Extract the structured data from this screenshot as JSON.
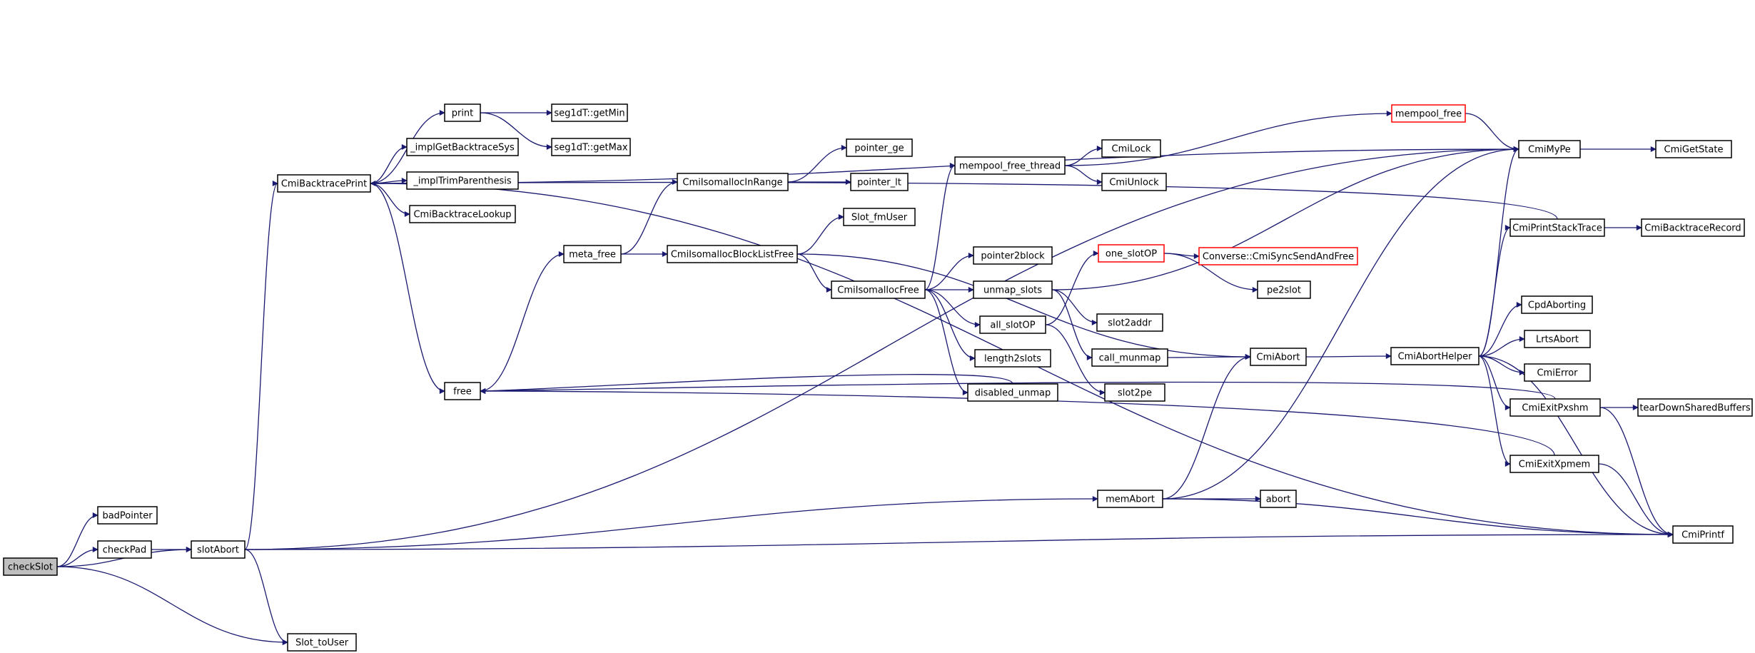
{
  "colors": {
    "edge": "#191970",
    "root_fill": "#bfbfbf",
    "highlight_border": "#ff0000",
    "node_border": "#000000"
  },
  "nodes": [
    {
      "id": "checkSlot",
      "label": "checkSlot",
      "style": "root"
    },
    {
      "id": "badPointer",
      "label": "badPointer"
    },
    {
      "id": "checkPad",
      "label": "checkPad"
    },
    {
      "id": "slotAbort",
      "label": "slotAbort"
    },
    {
      "id": "Slot_toUser",
      "label": "Slot_toUser"
    },
    {
      "id": "CmiBacktracePrint",
      "label": "CmiBacktracePrint"
    },
    {
      "id": "print",
      "label": "print"
    },
    {
      "id": "getMin",
      "label": "seg1dT::getMin"
    },
    {
      "id": "getMax",
      "label": "seg1dT::getMax"
    },
    {
      "id": "implGetBacktraceSys",
      "label": "_implGetBacktraceSys"
    },
    {
      "id": "implTrimParenthesis",
      "label": "_implTrimParenthesis"
    },
    {
      "id": "CmiBacktraceLookup",
      "label": "CmiBacktraceLookup"
    },
    {
      "id": "free",
      "label": "free"
    },
    {
      "id": "meta_free",
      "label": "meta_free"
    },
    {
      "id": "CmiIsomallocInRange",
      "label": "CmiIsomallocInRange"
    },
    {
      "id": "pointer_ge",
      "label": "pointer_ge"
    },
    {
      "id": "pointer_lt",
      "label": "pointer_lt"
    },
    {
      "id": "CmiIsomallocBlockListFree",
      "label": "CmiIsomallocBlockListFree"
    },
    {
      "id": "Slot_fmUser",
      "label": "Slot_fmUser"
    },
    {
      "id": "CmiIsomallocFree",
      "label": "CmiIsomallocFree"
    },
    {
      "id": "mempool_free_thread",
      "label": "mempool_free_thread"
    },
    {
      "id": "CmiLock",
      "label": "CmiLock"
    },
    {
      "id": "CmiUnlock",
      "label": "CmiUnlock"
    },
    {
      "id": "pointer2block",
      "label": "pointer2block"
    },
    {
      "id": "unmap_slots",
      "label": "unmap_slots"
    },
    {
      "id": "all_slotOP",
      "label": "all_slotOP"
    },
    {
      "id": "length2slots",
      "label": "length2slots"
    },
    {
      "id": "disabled_unmap",
      "label": "disabled_unmap"
    },
    {
      "id": "slot2addr",
      "label": "slot2addr"
    },
    {
      "id": "call_munmap",
      "label": "call_munmap"
    },
    {
      "id": "slot2pe",
      "label": "slot2pe"
    },
    {
      "id": "mempool_free",
      "label": "mempool_free",
      "style": "red"
    },
    {
      "id": "one_slotOP",
      "label": "one_slotOP",
      "style": "red"
    },
    {
      "id": "CmiSyncSendAndFree",
      "label": "Converse::CmiSyncSendAndFree",
      "style": "red"
    },
    {
      "id": "pe2slot",
      "label": "pe2slot"
    },
    {
      "id": "CmiAbort",
      "label": "CmiAbort"
    },
    {
      "id": "memAbort",
      "label": "memAbort"
    },
    {
      "id": "abort",
      "label": "abort"
    },
    {
      "id": "CmiMyPe",
      "label": "CmiMyPe"
    },
    {
      "id": "CmiGetState",
      "label": "CmiGetState"
    },
    {
      "id": "CmiPrintStackTrace",
      "label": "CmiPrintStackTrace"
    },
    {
      "id": "CmiBacktraceRecord",
      "label": "CmiBacktraceRecord"
    },
    {
      "id": "CmiAbortHelper",
      "label": "CmiAbortHelper"
    },
    {
      "id": "CpdAborting",
      "label": "CpdAborting"
    },
    {
      "id": "LrtsAbort",
      "label": "LrtsAbort"
    },
    {
      "id": "CmiError",
      "label": "CmiError"
    },
    {
      "id": "CmiExitPxshm",
      "label": "CmiExitPxshm"
    },
    {
      "id": "tearDownSharedBuffers",
      "label": "tearDownSharedBuffers"
    },
    {
      "id": "CmiExitXpmem",
      "label": "CmiExitXpmem"
    },
    {
      "id": "CmiPrintf",
      "label": "CmiPrintf"
    }
  ],
  "edges": [
    [
      "checkSlot",
      "badPointer"
    ],
    [
      "checkSlot",
      "checkPad"
    ],
    [
      "checkSlot",
      "slotAbort"
    ],
    [
      "checkSlot",
      "Slot_toUser"
    ],
    [
      "checkPad",
      "slotAbort"
    ],
    [
      "slotAbort",
      "Slot_toUser"
    ],
    [
      "slotAbort",
      "CmiBacktracePrint"
    ],
    [
      "slotAbort",
      "CmiMyPe"
    ],
    [
      "slotAbort",
      "memAbort"
    ],
    [
      "slotAbort",
      "CmiPrintf"
    ],
    [
      "CmiBacktracePrint",
      "print"
    ],
    [
      "CmiBacktracePrint",
      "implGetBacktraceSys"
    ],
    [
      "CmiBacktracePrint",
      "implTrimParenthesis"
    ],
    [
      "CmiBacktracePrint",
      "CmiBacktraceLookup"
    ],
    [
      "CmiBacktracePrint",
      "free"
    ],
    [
      "CmiBacktracePrint",
      "CmiMyPe"
    ],
    [
      "CmiBacktracePrint",
      "CmiPrintf"
    ],
    [
      "print",
      "getMin"
    ],
    [
      "print",
      "getMax"
    ],
    [
      "free",
      "meta_free"
    ],
    [
      "meta_free",
      "CmiIsomallocInRange"
    ],
    [
      "meta_free",
      "CmiIsomallocBlockListFree"
    ],
    [
      "CmiIsomallocInRange",
      "pointer_ge"
    ],
    [
      "CmiIsomallocInRange",
      "pointer_lt"
    ],
    [
      "CmiIsomallocBlockListFree",
      "Slot_fmUser"
    ],
    [
      "CmiIsomallocBlockListFree",
      "CmiIsomallocFree"
    ],
    [
      "CmiIsomallocBlockListFree",
      "CmiAbort"
    ],
    [
      "CmiIsomallocFree",
      "mempool_free_thread"
    ],
    [
      "CmiIsomallocFree",
      "pointer2block"
    ],
    [
      "CmiIsomallocFree",
      "unmap_slots"
    ],
    [
      "CmiIsomallocFree",
      "all_slotOP"
    ],
    [
      "CmiIsomallocFree",
      "length2slots"
    ],
    [
      "CmiIsomallocFree",
      "disabled_unmap"
    ],
    [
      "mempool_free_thread",
      "CmiLock"
    ],
    [
      "mempool_free_thread",
      "CmiUnlock"
    ],
    [
      "mempool_free_thread",
      "mempool_free"
    ],
    [
      "mempool_free",
      "CmiMyPe"
    ],
    [
      "unmap_slots",
      "slot2addr"
    ],
    [
      "unmap_slots",
      "call_munmap"
    ],
    [
      "unmap_slots",
      "CmiMyPe"
    ],
    [
      "all_slotOP",
      "one_slotOP"
    ],
    [
      "all_slotOP",
      "slot2pe"
    ],
    [
      "one_slotOP",
      "CmiSyncSendAndFree"
    ],
    [
      "one_slotOP",
      "pe2slot"
    ],
    [
      "disabled_unmap",
      "free"
    ],
    [
      "call_munmap",
      "CmiAbort"
    ],
    [
      "CmiAbort",
      "CmiAbortHelper"
    ],
    [
      "memAbort",
      "CmiAbort"
    ],
    [
      "memAbort",
      "abort"
    ],
    [
      "memAbort",
      "CmiMyPe"
    ],
    [
      "memAbort",
      "CmiPrintf"
    ],
    [
      "CmiMyPe",
      "CmiGetState"
    ],
    [
      "CmiPrintStackTrace",
      "CmiBacktraceRecord"
    ],
    [
      "CmiPrintStackTrace",
      "CmiBacktracePrint"
    ],
    [
      "CmiAbortHelper",
      "CmiMyPe"
    ],
    [
      "CmiAbortHelper",
      "CmiPrintStackTrace"
    ],
    [
      "CmiAbortHelper",
      "CpdAborting"
    ],
    [
      "CmiAbortHelper",
      "LrtsAbort"
    ],
    [
      "CmiAbortHelper",
      "CmiError"
    ],
    [
      "CmiAbortHelper",
      "CmiExitPxshm"
    ],
    [
      "CmiAbortHelper",
      "CmiExitXpmem"
    ],
    [
      "CmiAbortHelper",
      "CmiPrintf"
    ],
    [
      "CmiExitPxshm",
      "tearDownSharedBuffers"
    ],
    [
      "CmiExitPxshm",
      "free"
    ],
    [
      "CmiExitPxshm",
      "CmiPrintf"
    ],
    [
      "CmiExitXpmem",
      "free"
    ],
    [
      "CmiExitXpmem",
      "CmiPrintf"
    ]
  ]
}
